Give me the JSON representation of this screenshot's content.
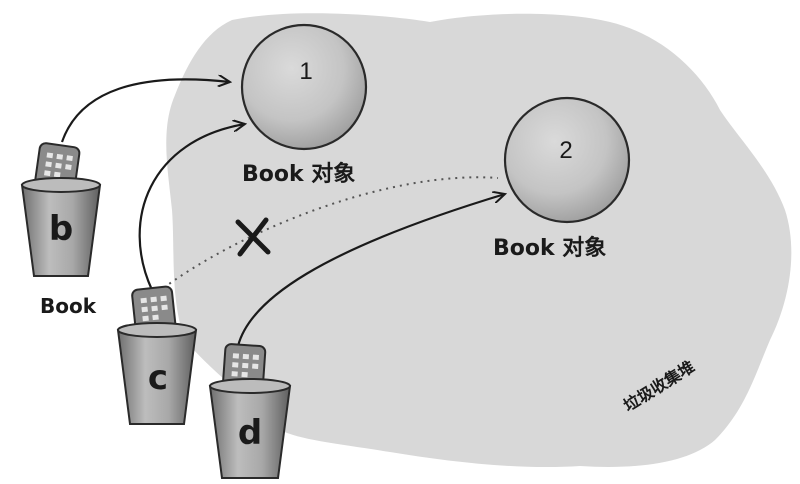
{
  "objects": [
    {
      "number": "1",
      "label": "Book 对象"
    },
    {
      "number": "2",
      "label": "Book 对象"
    }
  ],
  "references": [
    {
      "var": "b",
      "type_label": "Book"
    },
    {
      "var": "c"
    },
    {
      "var": "d"
    }
  ],
  "heap_label": "垃圾收集堆",
  "colors": {
    "heap": "#d8d8d8",
    "object_fill": "#c6c6c6",
    "cup": "#9a9a9a",
    "ink": "#1a1a1a"
  }
}
